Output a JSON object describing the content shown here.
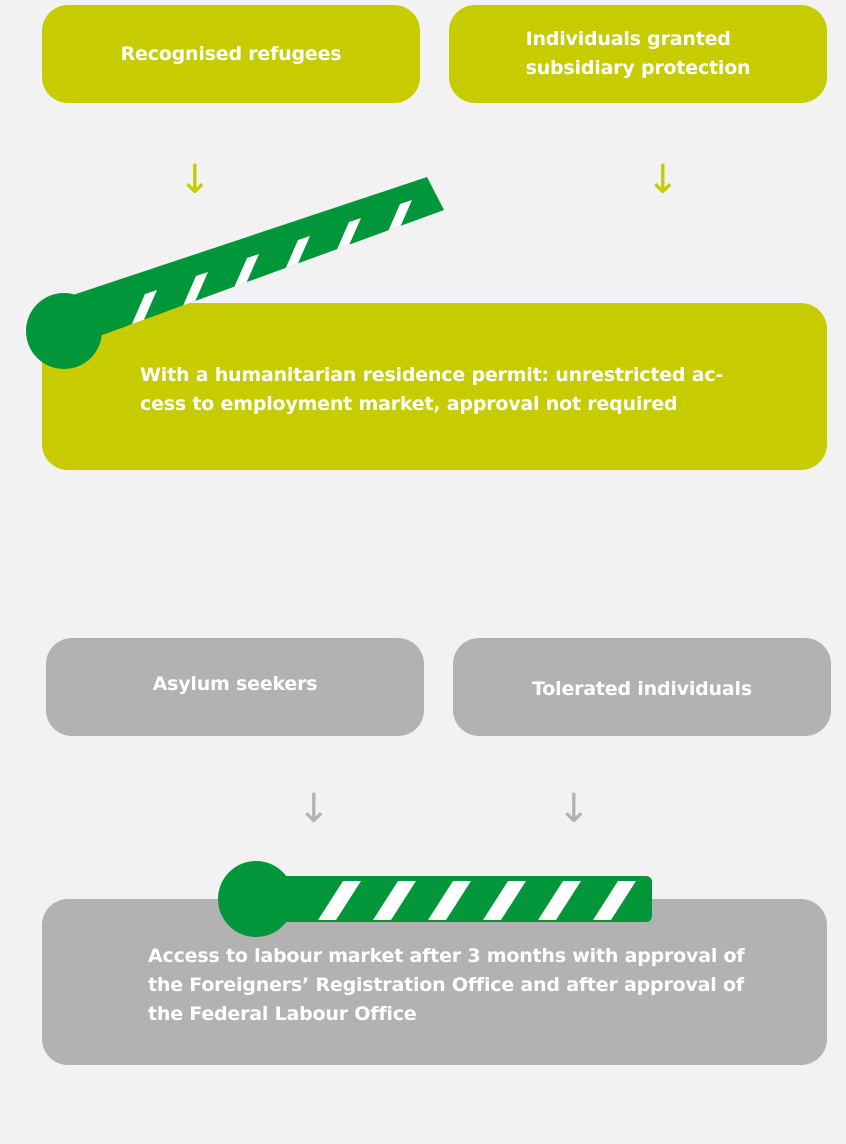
{
  "colors": {
    "background": "#f2f2f2",
    "green_box": "#c6cc00",
    "gray_box": "#b2b2b2",
    "barrier_green": "#009639",
    "text": "#ffffff"
  },
  "top_section": {
    "box_left": "Recognised refugees",
    "box_right_line1": "Individuals granted",
    "box_right_line2": "subsidiary protection",
    "arrow_glyph": "↓",
    "result_line1": "With a humanitarian residence permit: unrestricted ac-",
    "result_line2": "cess to employment market, approval not required",
    "barrier_state": "open"
  },
  "bottom_section": {
    "box_left": "Asylum seekers",
    "box_right": "Tolerated individuals",
    "arrow_glyph": "↓",
    "result_line1": "Access to labour market after 3 months with approval of",
    "result_line2": "the Foreigners’ Registration Office and after approval of",
    "result_line3": "the Federal Labour Office",
    "barrier_state": "closed"
  }
}
